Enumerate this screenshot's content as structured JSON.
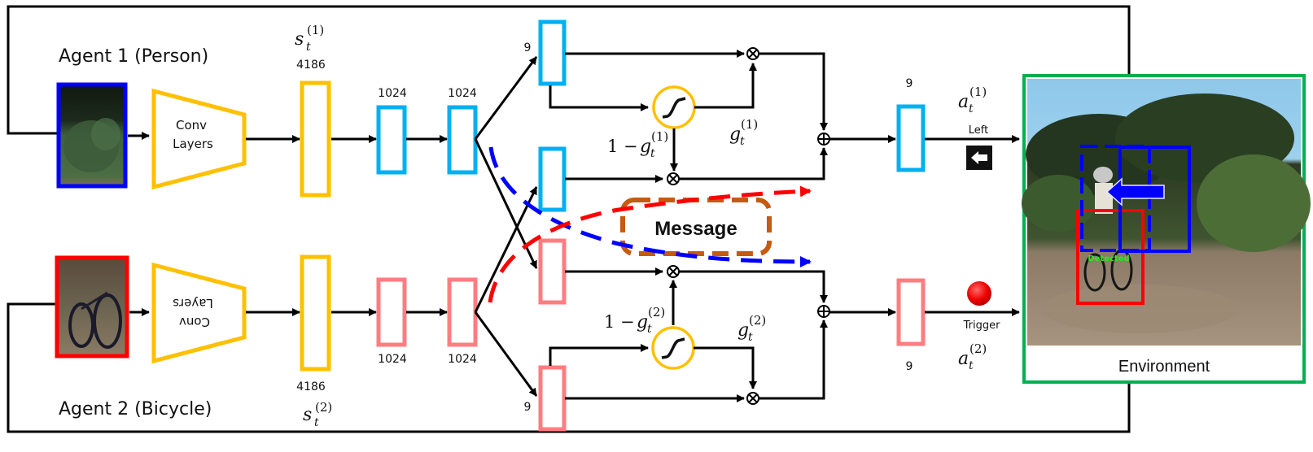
{
  "agents": {
    "agent1": {
      "title": "Agent 1 (Person)",
      "conv_label_line1": "Conv",
      "conv_label_line2": "Layers",
      "state_symbol": "s",
      "state_sub": "t",
      "state_sup": "(1)",
      "state_dim": "4186",
      "fc1_dim": "1024",
      "fc2_dim": "1024",
      "branch_dim": "9",
      "gate_symbol": "g",
      "gate_sub": "t",
      "gate_sup": "(1)",
      "one_minus_prefix": "1 − ",
      "output_dim": "9",
      "action_symbol": "a",
      "action_sub": "t",
      "action_sup": "(1)",
      "action_name": "Left",
      "action_icon": "left-arrow-key-icon",
      "color": "#00b0f0"
    },
    "agent2": {
      "title": "Agent 2 (Bicycle)",
      "conv_label_line1": "Conv",
      "conv_label_line2": "Layers",
      "state_symbol": "s",
      "state_sub": "t",
      "state_sup": "(2)",
      "state_dim": "4186",
      "fc1_dim": "1024",
      "fc2_dim": "1024",
      "branch_dim": "9",
      "gate_symbol": "g",
      "gate_sub": "t",
      "gate_sup": "(2)",
      "one_minus_prefix": "1 − ",
      "output_dim": "9",
      "action_symbol": "a",
      "action_sub": "t",
      "action_sup": "(2)",
      "action_name": "Trigger",
      "action_icon": "red-trigger-button-icon",
      "color": "#ff7c80"
    }
  },
  "message": {
    "label": "Message",
    "border_color": "#c55a11"
  },
  "environment": {
    "label": "Environment",
    "detected_text": "Detected",
    "border_color": "#00b050"
  },
  "colors": {
    "conv": "#ffc000",
    "agent1_box": "#0000ff",
    "agent2_box": "#ff0000",
    "message_red": "#ff0000",
    "message_blue": "#0000ff"
  },
  "operators": {
    "multiply": "⊗",
    "add": "⊕"
  }
}
